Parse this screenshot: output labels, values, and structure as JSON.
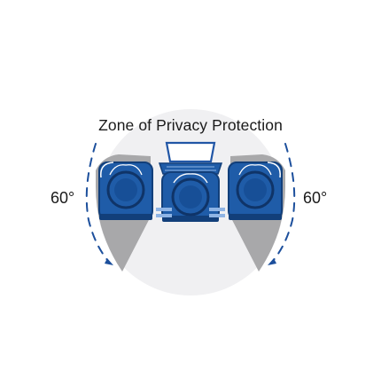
{
  "title": "Zone of Privacy Protection",
  "angle_left": "60°",
  "angle_right": "60°",
  "colors": {
    "zone_fill": "#f0f0f2",
    "blocked_gray": "#a8a8aa",
    "seat_blue": "#1f5ca8",
    "seat_dark": "#123f7a",
    "screen_light": "#8fb4e4",
    "line_blue": "#2156a6",
    "dash_blue": "#1c4f9c"
  },
  "icons": {
    "left_viewer": "person-seat-icon",
    "center_viewer": "person-at-laptop-icon",
    "right_viewer": "person-seat-icon",
    "laptop": "laptop-icon"
  }
}
